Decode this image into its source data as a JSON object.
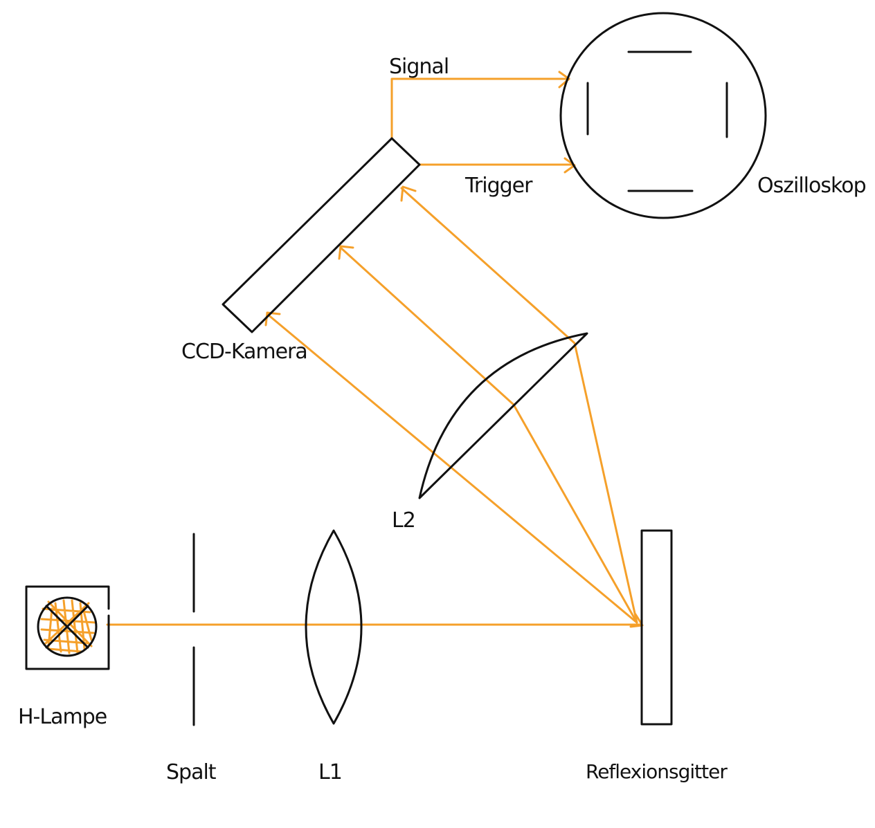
{
  "colors": {
    "beam": "#f5a02a",
    "ink": "#111111",
    "background": "#ffffff"
  },
  "labels": {
    "lamp": "H-Lampe",
    "slit": "Spalt",
    "lens1": "L1",
    "lens2": "L2",
    "grating": "Reflexionsgitter",
    "camera": "CCD-Kamera",
    "oscilloscope": "Oszilloskop",
    "signal": "Signal",
    "trigger": "Trigger"
  }
}
